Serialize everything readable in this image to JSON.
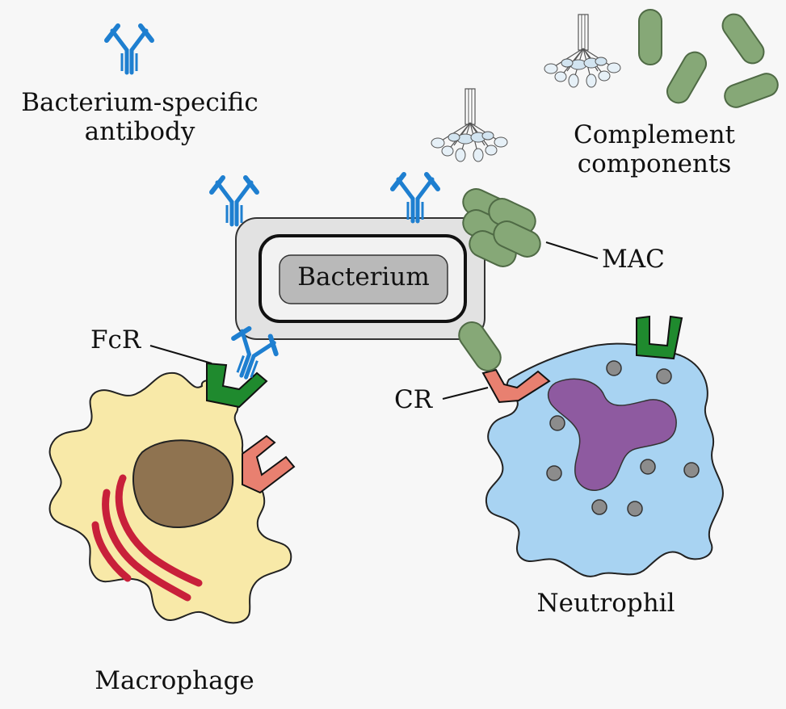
{
  "labels": {
    "antibody_line1": "Bacterium-specific",
    "antibody_line2": "antibody",
    "complement_line1": "Complement",
    "complement_line2": "components",
    "bacterium": "Bacterium",
    "mac": "MAC",
    "fcr": "FcR",
    "cr": "CR",
    "neutrophil": "Neutrophil",
    "macrophage": "Macrophage"
  },
  "colors": {
    "antibody": "#1e7fd0",
    "complement_green": "#86a877",
    "fc_receptor": "#1f8a2e",
    "complement_receptor": "#e88070",
    "macrophage": "#f8e9a8",
    "macrophage_nucleus": "#8f7350",
    "macrophage_er": "#c8203a",
    "neutrophil": "#a8d3f2",
    "neutrophil_nucleus": "#8e5aa0",
    "granule": "#8c8c8c",
    "bacterium_outer": "#e2e2e2",
    "bacterium_inner": "#b9b9b9"
  },
  "icons": [
    "antibody-icon",
    "complement-protein-icon",
    "bacterium-rod-icon",
    "mac-pore-icon"
  ]
}
